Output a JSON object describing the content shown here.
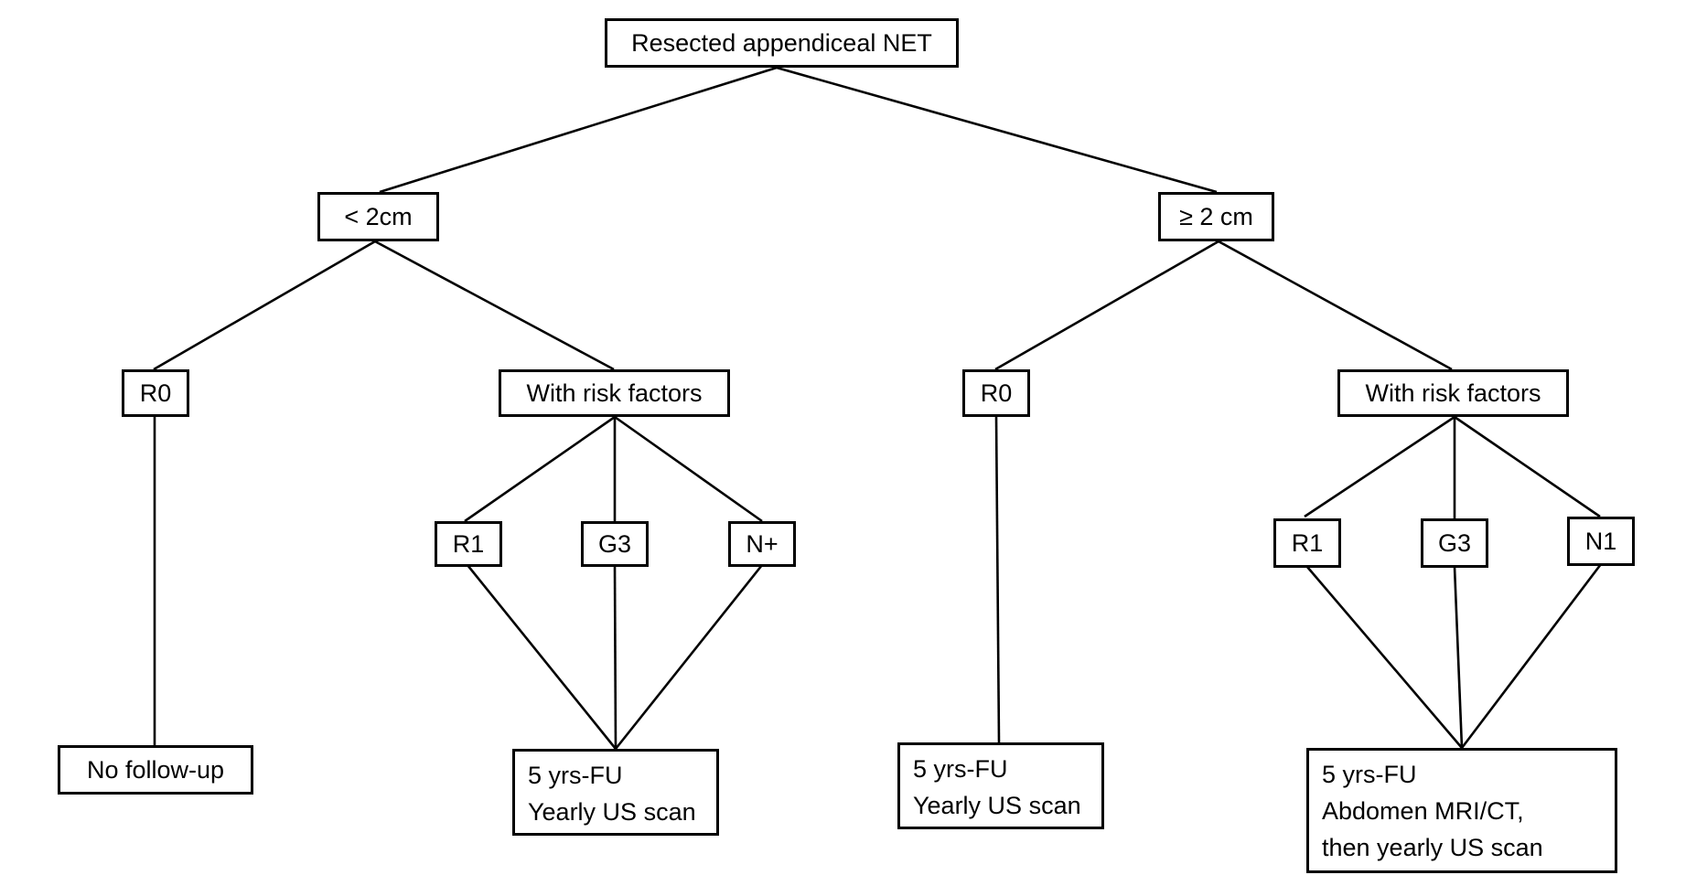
{
  "root": "Resected appendiceal NET",
  "left": {
    "size": "< 2cm",
    "r0": "R0",
    "r0_outcome": "No follow-up",
    "risk": "With risk factors",
    "risk_items": [
      "R1",
      "G3",
      "N+"
    ],
    "risk_outcome": [
      "5 yrs-FU",
      "Yearly US scan"
    ]
  },
  "right": {
    "size": "≥ 2 cm",
    "r0": "R0",
    "r0_outcome": [
      "5 yrs-FU",
      "Yearly US scan"
    ],
    "risk": "With risk factors",
    "risk_items": [
      "R1",
      "G3",
      "N1"
    ],
    "risk_outcome": [
      "5 yrs-FU",
      "Abdomen MRI/CT,",
      "then yearly US scan"
    ]
  }
}
